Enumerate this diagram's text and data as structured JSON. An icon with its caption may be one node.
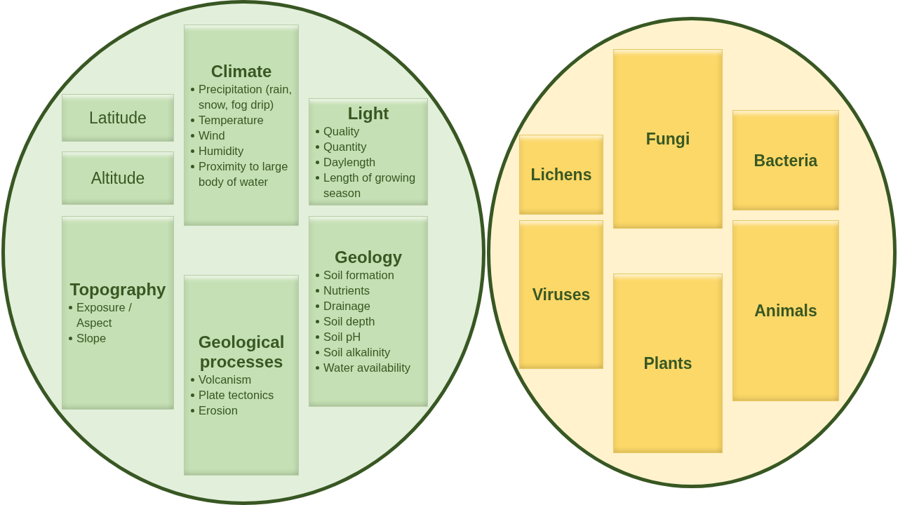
{
  "diagram": {
    "nodes": [
      {
        "text": [],
        "shape": "circle"
      },
      {
        "text": [
          "Latitude"
        ],
        "in": 0
      },
      {
        "text": [
          "Climate",
          "Precipitation (rain, snow, fog drip)",
          "Temperature",
          "Wind",
          "Humidity",
          "Proximity to large body of water"
        ],
        "in": 0
      },
      {
        "text": [
          "Light",
          "Quality",
          "Quantity",
          "Daylength",
          "Length of growing season"
        ],
        "in": 0
      },
      {
        "text": [
          "Altitude"
        ],
        "in": 0
      },
      {
        "text": [
          "Topography",
          "Exposure / Aspect",
          "Slope"
        ],
        "in": 0
      },
      {
        "text": [
          "Geological processes",
          "Volcanism",
          "Plate tectonics",
          "Erosion"
        ],
        "in": 0
      },
      {
        "text": [
          "Geology",
          "Soil formation",
          "Nutrients",
          "Drainage",
          "Soil depth",
          "Soil pH",
          "Soil alkalinity",
          "Water availability"
        ],
        "in": 0
      },
      {
        "text": [],
        "shape": "circle"
      },
      {
        "text": [
          "Lichens"
        ],
        "in": 8
      },
      {
        "text": [
          "Fungi"
        ],
        "in": 8
      },
      {
        "text": [
          "Bacteria"
        ],
        "in": 8
      },
      {
        "text": [
          "Viruses"
        ],
        "in": 8
      },
      {
        "text": [
          "Plants"
        ],
        "in": 8
      },
      {
        "text": [
          "Animals"
        ],
        "in": 8
      }
    ],
    "edges": []
  }
}
